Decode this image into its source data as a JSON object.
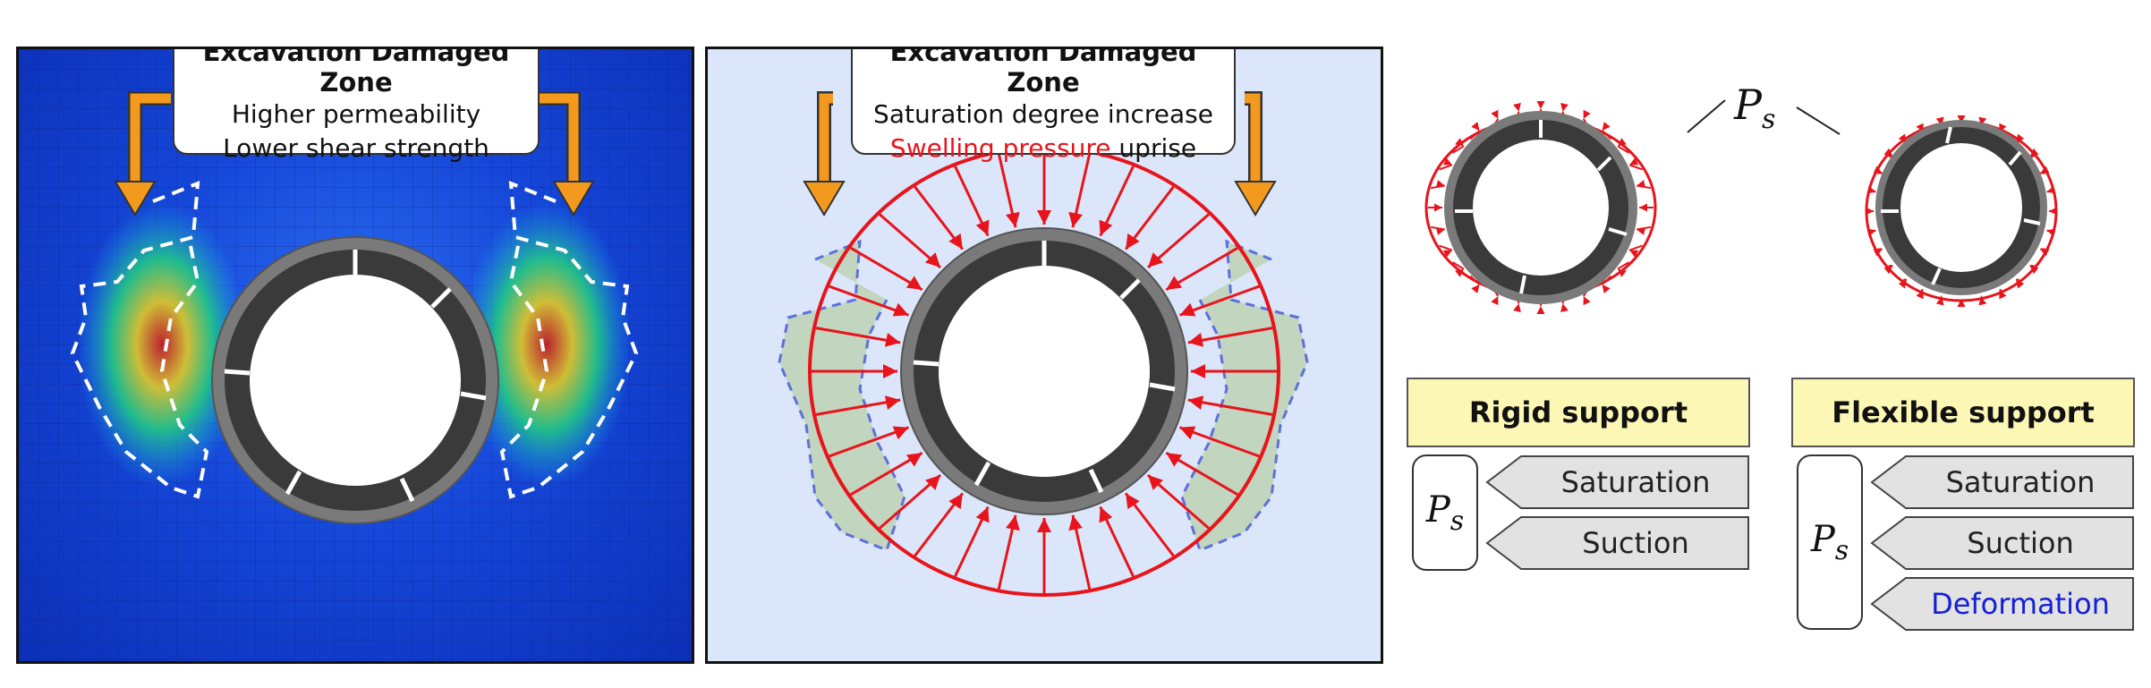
{
  "left_panel": {
    "callout_title": "Excavation Damaged Zone",
    "callout_line1": "Higher permeability",
    "callout_line2": "Lower shear strength"
  },
  "middle_panel": {
    "callout_title": "Excavation Damaged Zone",
    "callout_line1": "Saturation degree increase",
    "callout_line2_red": "Swelling pressure",
    "callout_line2_rest": " uprise"
  },
  "right_panel": {
    "ps_label": "P",
    "ps_sub": "s",
    "rigid": {
      "title": "Rigid support",
      "factors": [
        "Saturation",
        "Suction"
      ]
    },
    "flexible": {
      "title": "Flexible support",
      "factors": [
        "Saturation",
        "Suction",
        "Deformation"
      ]
    }
  },
  "colors": {
    "arrow_orange": "#f39a1e",
    "pressure_red": "#e8141c",
    "segment_dark": "#3a3a3a",
    "ring_gray": "#7a7a7a",
    "highlight_yellow": "#fdf7b5",
    "deformation_blue": "#1320d6"
  }
}
